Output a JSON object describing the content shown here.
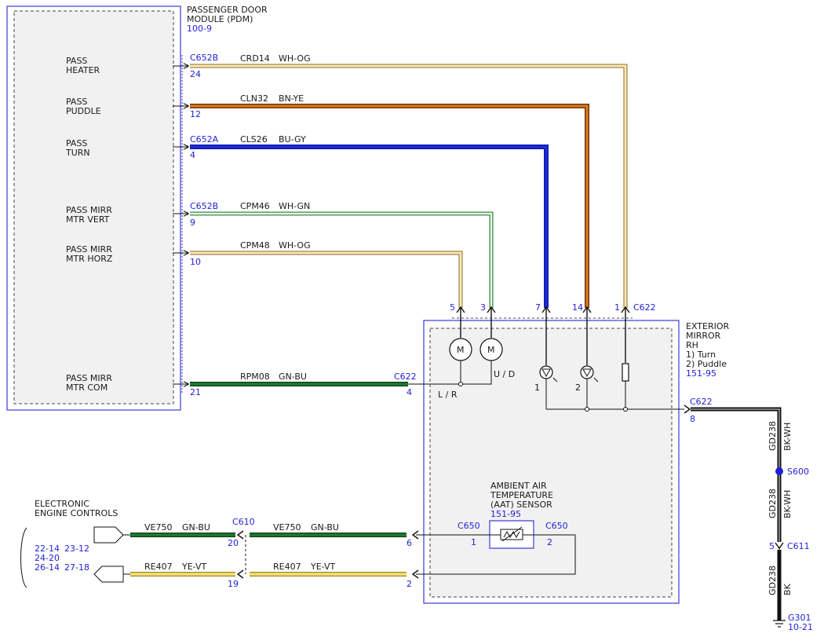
{
  "pdm": {
    "title_line1": "PASSENGER DOOR",
    "title_line2": "MODULE (PDM)",
    "ref": "100-9",
    "pins": [
      {
        "id": "heater",
        "line1": "PASS",
        "line2": "HEATER",
        "connector": "C652B",
        "pin": "24",
        "circuit": "CRD14",
        "color_code": "WH-OG",
        "dest_pin": "1"
      },
      {
        "id": "puddle",
        "line1": "PASS",
        "line2": "PUDDLE",
        "connector": "",
        "pin": "12",
        "circuit": "CLN32",
        "color_code": "BN-YE",
        "dest_pin": "14"
      },
      {
        "id": "turn",
        "line1": "PASS",
        "line2": "TURN",
        "connector": "C652A",
        "pin": "4",
        "circuit": "CLS26",
        "color_code": "BU-GY",
        "dest_pin": "7"
      },
      {
        "id": "vert",
        "line1": "PASS MIRR",
        "line2": "MTR VERT",
        "connector": "C652B",
        "pin": "9",
        "circuit": "CPM46",
        "color_code": "WH-GN",
        "dest_pin": "3"
      },
      {
        "id": "horz",
        "line1": "PASS MIRR",
        "line2": "MTR HORZ",
        "connector": "",
        "pin": "10",
        "circuit": "CPM48",
        "color_code": "WH-OG",
        "dest_pin": "5"
      },
      {
        "id": "com",
        "line1": "PASS MIRR",
        "line2": "MTR COM",
        "connector": "",
        "pin": "21",
        "circuit": "RPM08",
        "color_code": "GN-BU",
        "dest_pin": "4",
        "dest_connector": "C622"
      }
    ]
  },
  "mirror": {
    "title1": "EXTERIOR",
    "title2": "MIRROR",
    "title3": "RH",
    "note1": "1) Turn",
    "note2": "2) Puddle",
    "ref": "151-95",
    "connector": "C622",
    "motor_symbol": "M",
    "lr_label": "L / R",
    "ud_label": "U / D",
    "lamp1_label": "1",
    "lamp2_label": "2",
    "ground_pin": "8"
  },
  "aat": {
    "line1": "AMBIENT AIR",
    "line2": "TEMPERATURE",
    "line3": "(AAT) SENSOR",
    "ref": "151-95",
    "connector_left": "C650",
    "connector_right": "C650",
    "pin_left": "1",
    "pin_right": "2"
  },
  "ground": {
    "circuit": "GD238",
    "color1": "BK-WH",
    "color2": "BK-WH",
    "color3": "BK",
    "splice": "S600",
    "connector": "C611",
    "connector_pin": "5",
    "ground_id": "G301",
    "ground_ref": "10-21"
  },
  "eec": {
    "line1": "ELECTRONIC",
    "line2": "ENGINE CONTROLS",
    "refs": [
      "22-14",
      "23-12",
      "24-20",
      "26-14",
      "27-18"
    ],
    "connector": "C610",
    "wires": [
      {
        "circuit": "VE750",
        "color_code": "GN-BU",
        "pin": "20",
        "mirror_pin": "6"
      },
      {
        "circuit": "RE407",
        "color_code": "YE-VT",
        "pin": "19",
        "mirror_pin": "2"
      }
    ]
  },
  "colors": {
    "white": "#ffffff",
    "orange": "#e07b1a",
    "brown": "#8b4513",
    "yellow": "#f2d34a",
    "blue": "#1e2bd9",
    "green": "#2f8a3a",
    "dark_green": "#1f6b2a",
    "black": "#111111",
    "label_blue": "#1f1fd6",
    "box_blue": "#3a3ad8"
  }
}
